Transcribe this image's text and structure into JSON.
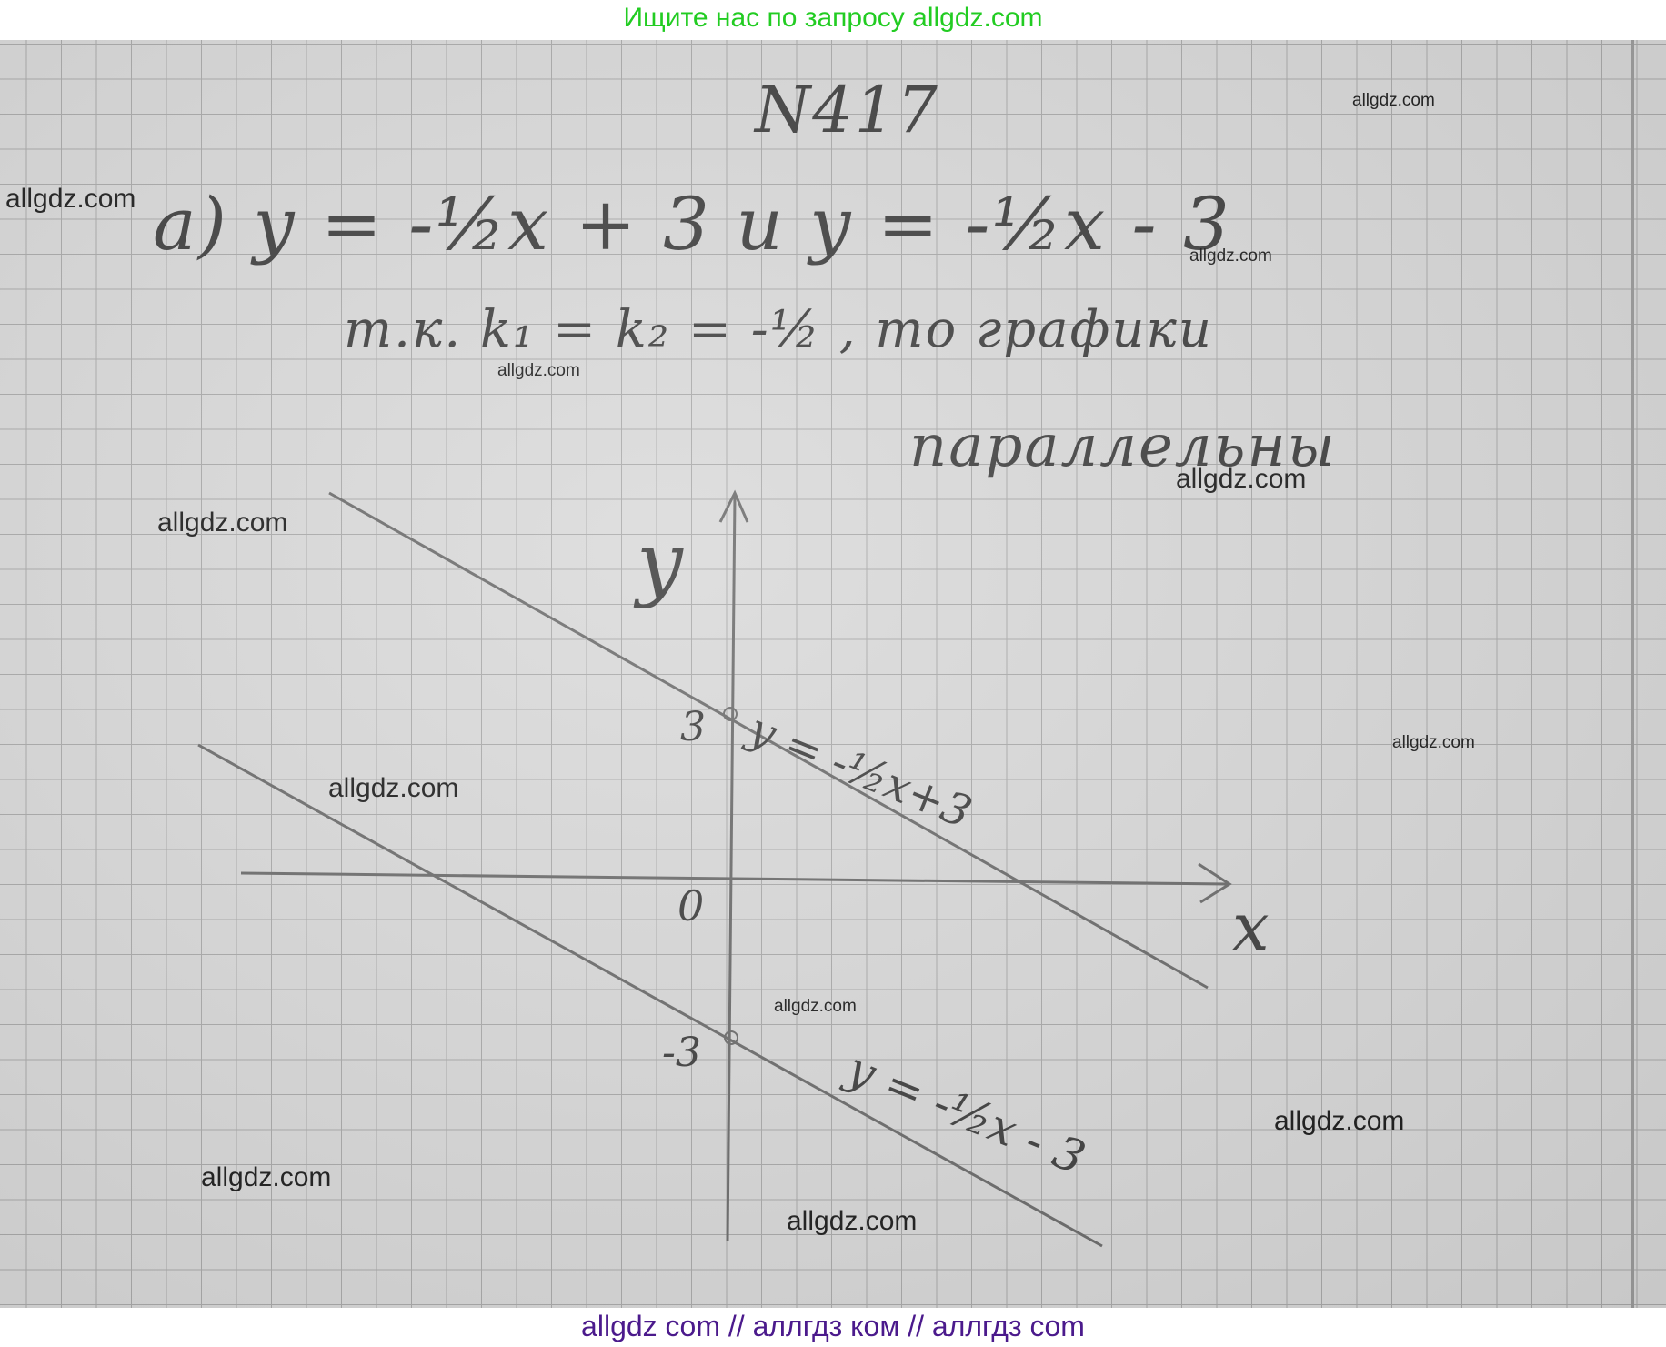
{
  "header": {
    "banner": "Ищите нас по запросу allgdz.com"
  },
  "notebook": {
    "problem_number": "N417",
    "line_a": "a) y = -½x + 3  и  y = -½x - 3",
    "line_reason": "т.к. k₁ = k₂ = -½ , то графики",
    "line_conclusion": "параллельны",
    "graph": {
      "y_axis_label": "y",
      "x_axis_label": "x",
      "origin_label": "0",
      "tick_pos_label": "3",
      "tick_neg_label": "-3",
      "upper_line_label": "y = -½x+3",
      "lower_line_label": "y = -½x - 3",
      "slope": -0.5,
      "upper_intercept": 3,
      "lower_intercept": -3
    }
  },
  "watermarks": [
    "allgdz.com",
    "allgdz.com",
    "allgdz.com",
    "allgdz.com",
    "allgdz.com",
    "allgdz.com",
    "allgdz.com",
    "allgdz.com",
    "allgdz.com",
    "allgdz.com",
    "allgdz.com",
    "allgdz.com"
  ],
  "footer": {
    "banner": "allgdz com  //  аллгдз ком  //  аллгдз com"
  },
  "colors": {
    "banner_top": "#22cc22",
    "banner_bottom": "#4b1a8c",
    "paper": "#d9d9d9",
    "grid": "#a9a9a9",
    "ink": "#3d3d3d"
  }
}
